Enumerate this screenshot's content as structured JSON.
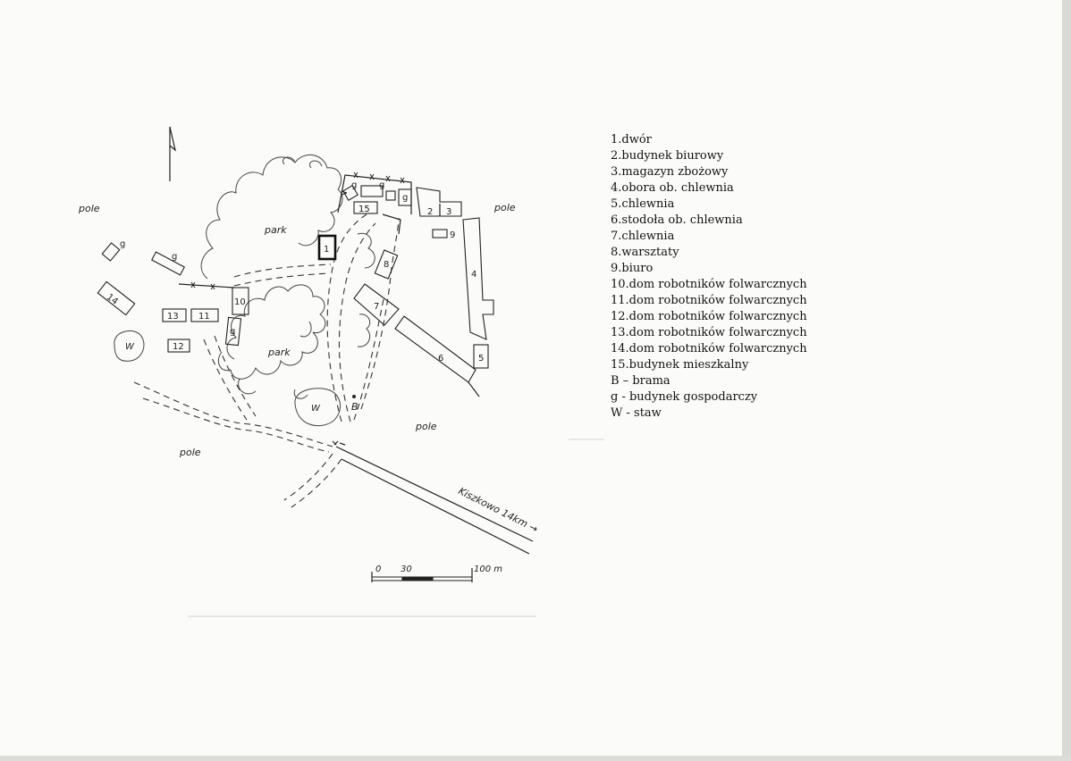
{
  "legend": {
    "items": [
      "1.dwór",
      "2.budynek biurowy",
      "3.magazyn zbożowy",
      "4.obora ob. chlewnia",
      "5.chlewnia",
      "6.stodoła ob. chlewnia",
      "7.chlewnia",
      "8.warsztaty",
      "9.biuro",
      "10.dom robotników folwarcznych",
      "11.dom robotników folwarcznych",
      "12.dom robotników folwarcznych",
      "13.dom robotników folwarcznych",
      "14.dom robotników folwarcznych",
      "15.budynek mieszkalny",
      "B – brama",
      "g -  budynek gospodarczy",
      "W - staw"
    ]
  },
  "map": {
    "labels": {
      "pole_left": "pole",
      "pole_right": "pole",
      "pole_center": "pole",
      "pole_bottom": "pole",
      "park_top": "park",
      "park_bottom": "park",
      "road": "Kiszkowo 14km →",
      "gate": "B",
      "pond_left": "W",
      "pond_center": "W"
    },
    "buildings": {
      "b1": "1",
      "b2": "2",
      "b3": "3",
      "b4": "4",
      "b5": "5",
      "b6": "6",
      "b7": "7",
      "b8": "8",
      "b9": "9",
      "b10": "10",
      "b11": "11",
      "b12": "12",
      "b13": "13",
      "b14": "14",
      "b15": "15",
      "g_a": "g",
      "g_b": "g",
      "g_c": "g",
      "g_d": "g",
      "g_e": "g",
      "g_f": "g"
    },
    "scale": {
      "t0": "0",
      "t30": "30",
      "t100": "100 m"
    }
  }
}
